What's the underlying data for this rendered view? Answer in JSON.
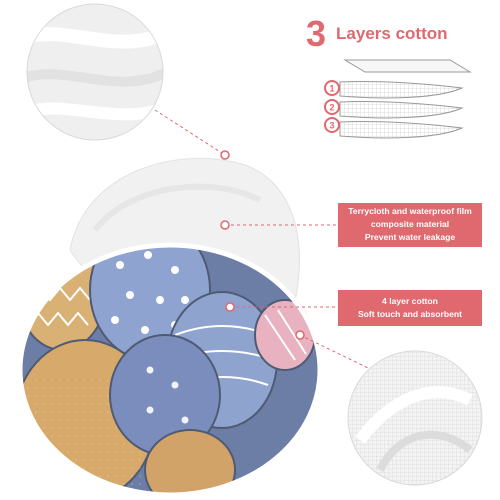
{
  "heading": {
    "number": "3",
    "text": "Layers cotton"
  },
  "layer_markers": [
    "1",
    "2",
    "3"
  ],
  "callouts": [
    {
      "lines": [
        "Terrycloth and waterproof film",
        "composite material",
        "Prevent water leakage"
      ]
    },
    {
      "lines": [
        "4 layer cotton",
        "Soft touch and absorbent"
      ]
    }
  ],
  "colors": {
    "accent": "#e0686f",
    "egg_blue": "#8ea3cf",
    "egg_tan": "#d9b174",
    "egg_pink": "#e8b2c0",
    "fabric_white": "#f3f3f3"
  }
}
